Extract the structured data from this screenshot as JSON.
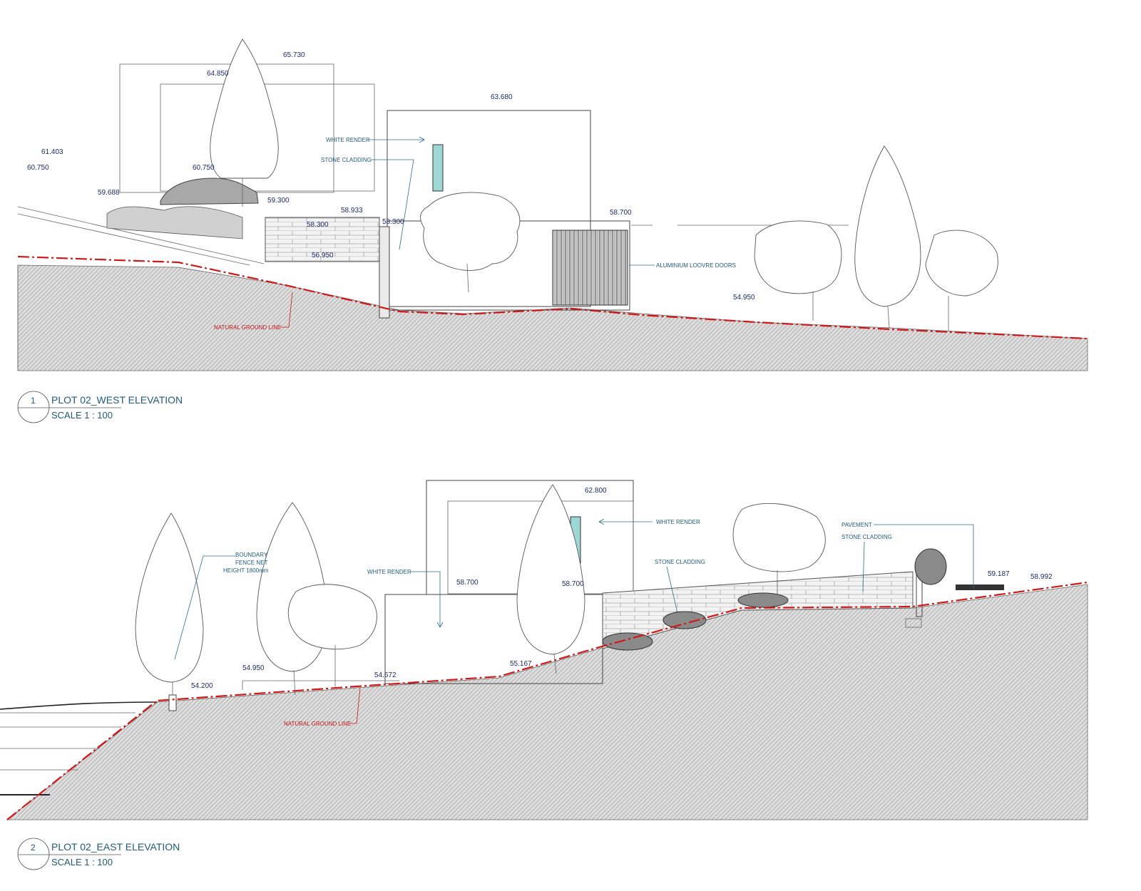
{
  "west_elevation": {
    "number": "1",
    "title": "PLOT 02_WEST ELEVATION",
    "scale": "SCALE   1 : 100",
    "levels": [
      "65.730",
      "64.850",
      "63.680",
      "61.403",
      "60.750",
      "60.750",
      "59.688",
      "59.300",
      "58.933",
      "58.300",
      "58.300",
      "56.950",
      "58.700",
      "54.950"
    ],
    "notes": {
      "white_render": "WHITE RENDER",
      "stone_cladding": "STONE CLADDING",
      "louvre_doors": "ALUMINIUM LOOVRE DOORS",
      "natural_ground_line": "NATURAL GROUND LINE"
    }
  },
  "east_elevation": {
    "number": "2",
    "title": "PLOT 02_EAST ELEVATION",
    "scale": "SCALE   1 : 100",
    "levels": [
      "62.800",
      "58.700",
      "58.700",
      "54.950",
      "54.672",
      "55.167",
      "54.200",
      "59.187",
      "58.992"
    ],
    "notes": {
      "white_render_upper": "WHITE RENDER",
      "white_render_lower": "WHITE RENDER",
      "boundary_fence_1": "BOUNDARY",
      "boundary_fence_2": "FENCE NET",
      "boundary_fence_3": "HEIGHT 1800mm",
      "stone_cladding": "STONE CLADDING",
      "pavement": "PAVEMENT",
      "stone_cladding_2": "STONE CLADDING",
      "natural_ground_line": "NATURAL GROUND LINE"
    }
  },
  "colors": {
    "ground_hatch": "#bcbcbc",
    "natural_ground_line": "#d01818",
    "label_text": "#1f5a78",
    "level_text": "#1f2a66",
    "glass": "#9fd6d6"
  }
}
